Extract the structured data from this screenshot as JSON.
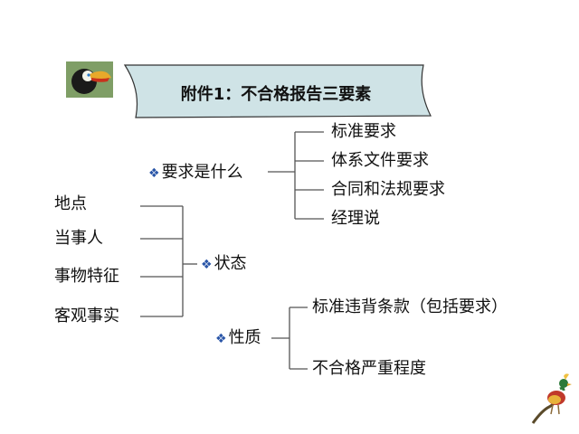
{
  "banner": {
    "title": "附件1：不合格报告三要素"
  },
  "sections": {
    "requirement": {
      "label": "要求是什么",
      "items": [
        "标准要求",
        "体系文件要求",
        "合同和法规要求",
        "经理说"
      ]
    },
    "state": {
      "label": "状态",
      "items": [
        "地点",
        "当事人",
        "事物特征",
        "客观事实"
      ]
    },
    "nature": {
      "label": "性质",
      "items": [
        "标准违背条款（包括要求）",
        "不合格严重程度"
      ]
    }
  },
  "bullet": "❖",
  "colors": {
    "banner_fill": "#cfe3e6",
    "bullet": "#2a56a8",
    "line": "#555555"
  },
  "icons": [
    "toucan-bird-image",
    "pheasant-bird-image"
  ]
}
